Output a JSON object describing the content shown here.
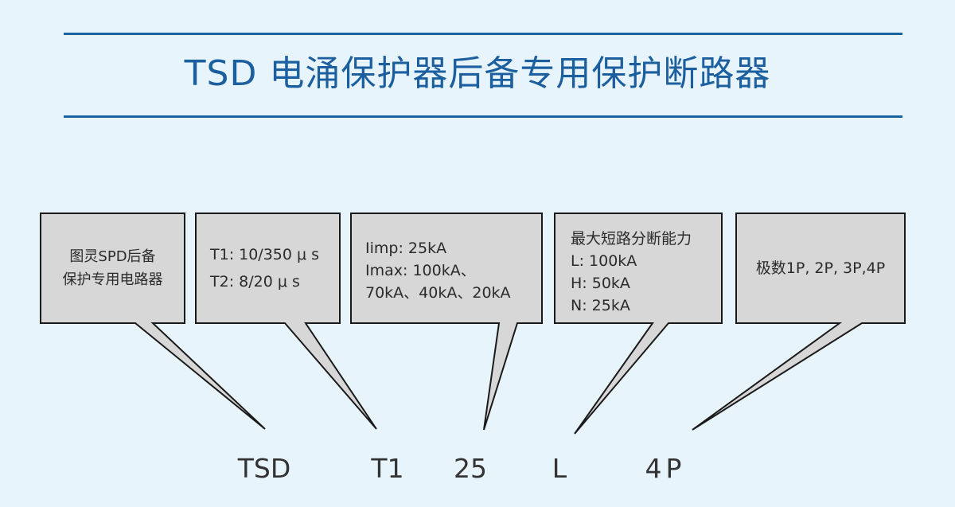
{
  "title": "TSD 电涌保护器后备专用保护断路器",
  "callouts": [
    {
      "lines": [
        "图灵SPD后备",
        "保护专用电路器"
      ]
    },
    {
      "lines": [
        "T1: 10/350 μ s",
        "T2: 8/20 μ s"
      ]
    },
    {
      "lines": [
        "Iimp: 25kA",
        "Imax: 100kA、",
        "70kA、40kA、20kA"
      ]
    },
    {
      "lines": [
        "最大短路分断能力",
        "L: 100kA",
        "H: 50kA",
        "N: 25kA"
      ]
    },
    {
      "lines": [
        "极数1P, 2P, 3P,4P"
      ]
    }
  ],
  "code_segments": [
    "TSD",
    "T1",
    "25",
    "L",
    "4P"
  ],
  "colors": {
    "background": "#e8f4fc",
    "title": "#1b5f9f",
    "rule": "#1a63a0",
    "callout_fill": "#d7d7d7",
    "callout_stroke": "#1a1a1a"
  }
}
